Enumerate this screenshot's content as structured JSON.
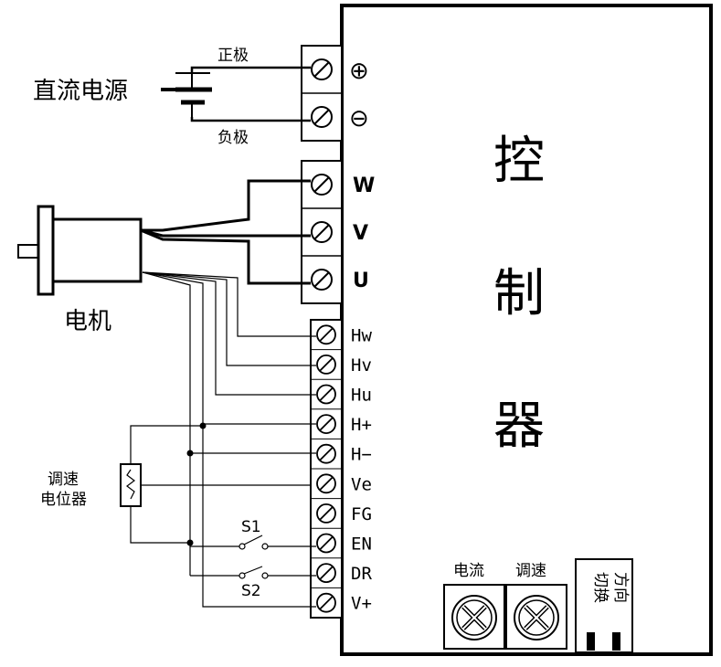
{
  "controller": {
    "c1": "控",
    "c2": "制",
    "c3": "器"
  },
  "power": {
    "label": "直流电源",
    "pos_label": "正极",
    "neg_label": "负极"
  },
  "power_terminals": [
    "⊕",
    "⊖"
  ],
  "motor": {
    "label": "电机"
  },
  "motor_terminals": [
    "W",
    "V",
    "U"
  ],
  "signal_terminals": [
    "Hw",
    "Hv",
    "Hu",
    "H+",
    "H−",
    "Ve",
    "FG",
    "EN",
    "DR",
    "V+"
  ],
  "pot": {
    "line1": "调速",
    "line2": "电位器"
  },
  "switches": {
    "s1": "S1",
    "s2": "S2"
  },
  "knobs": {
    "current": "电流",
    "speed": "调速"
  },
  "direction": {
    "line1": "方向",
    "line2": "切换"
  }
}
